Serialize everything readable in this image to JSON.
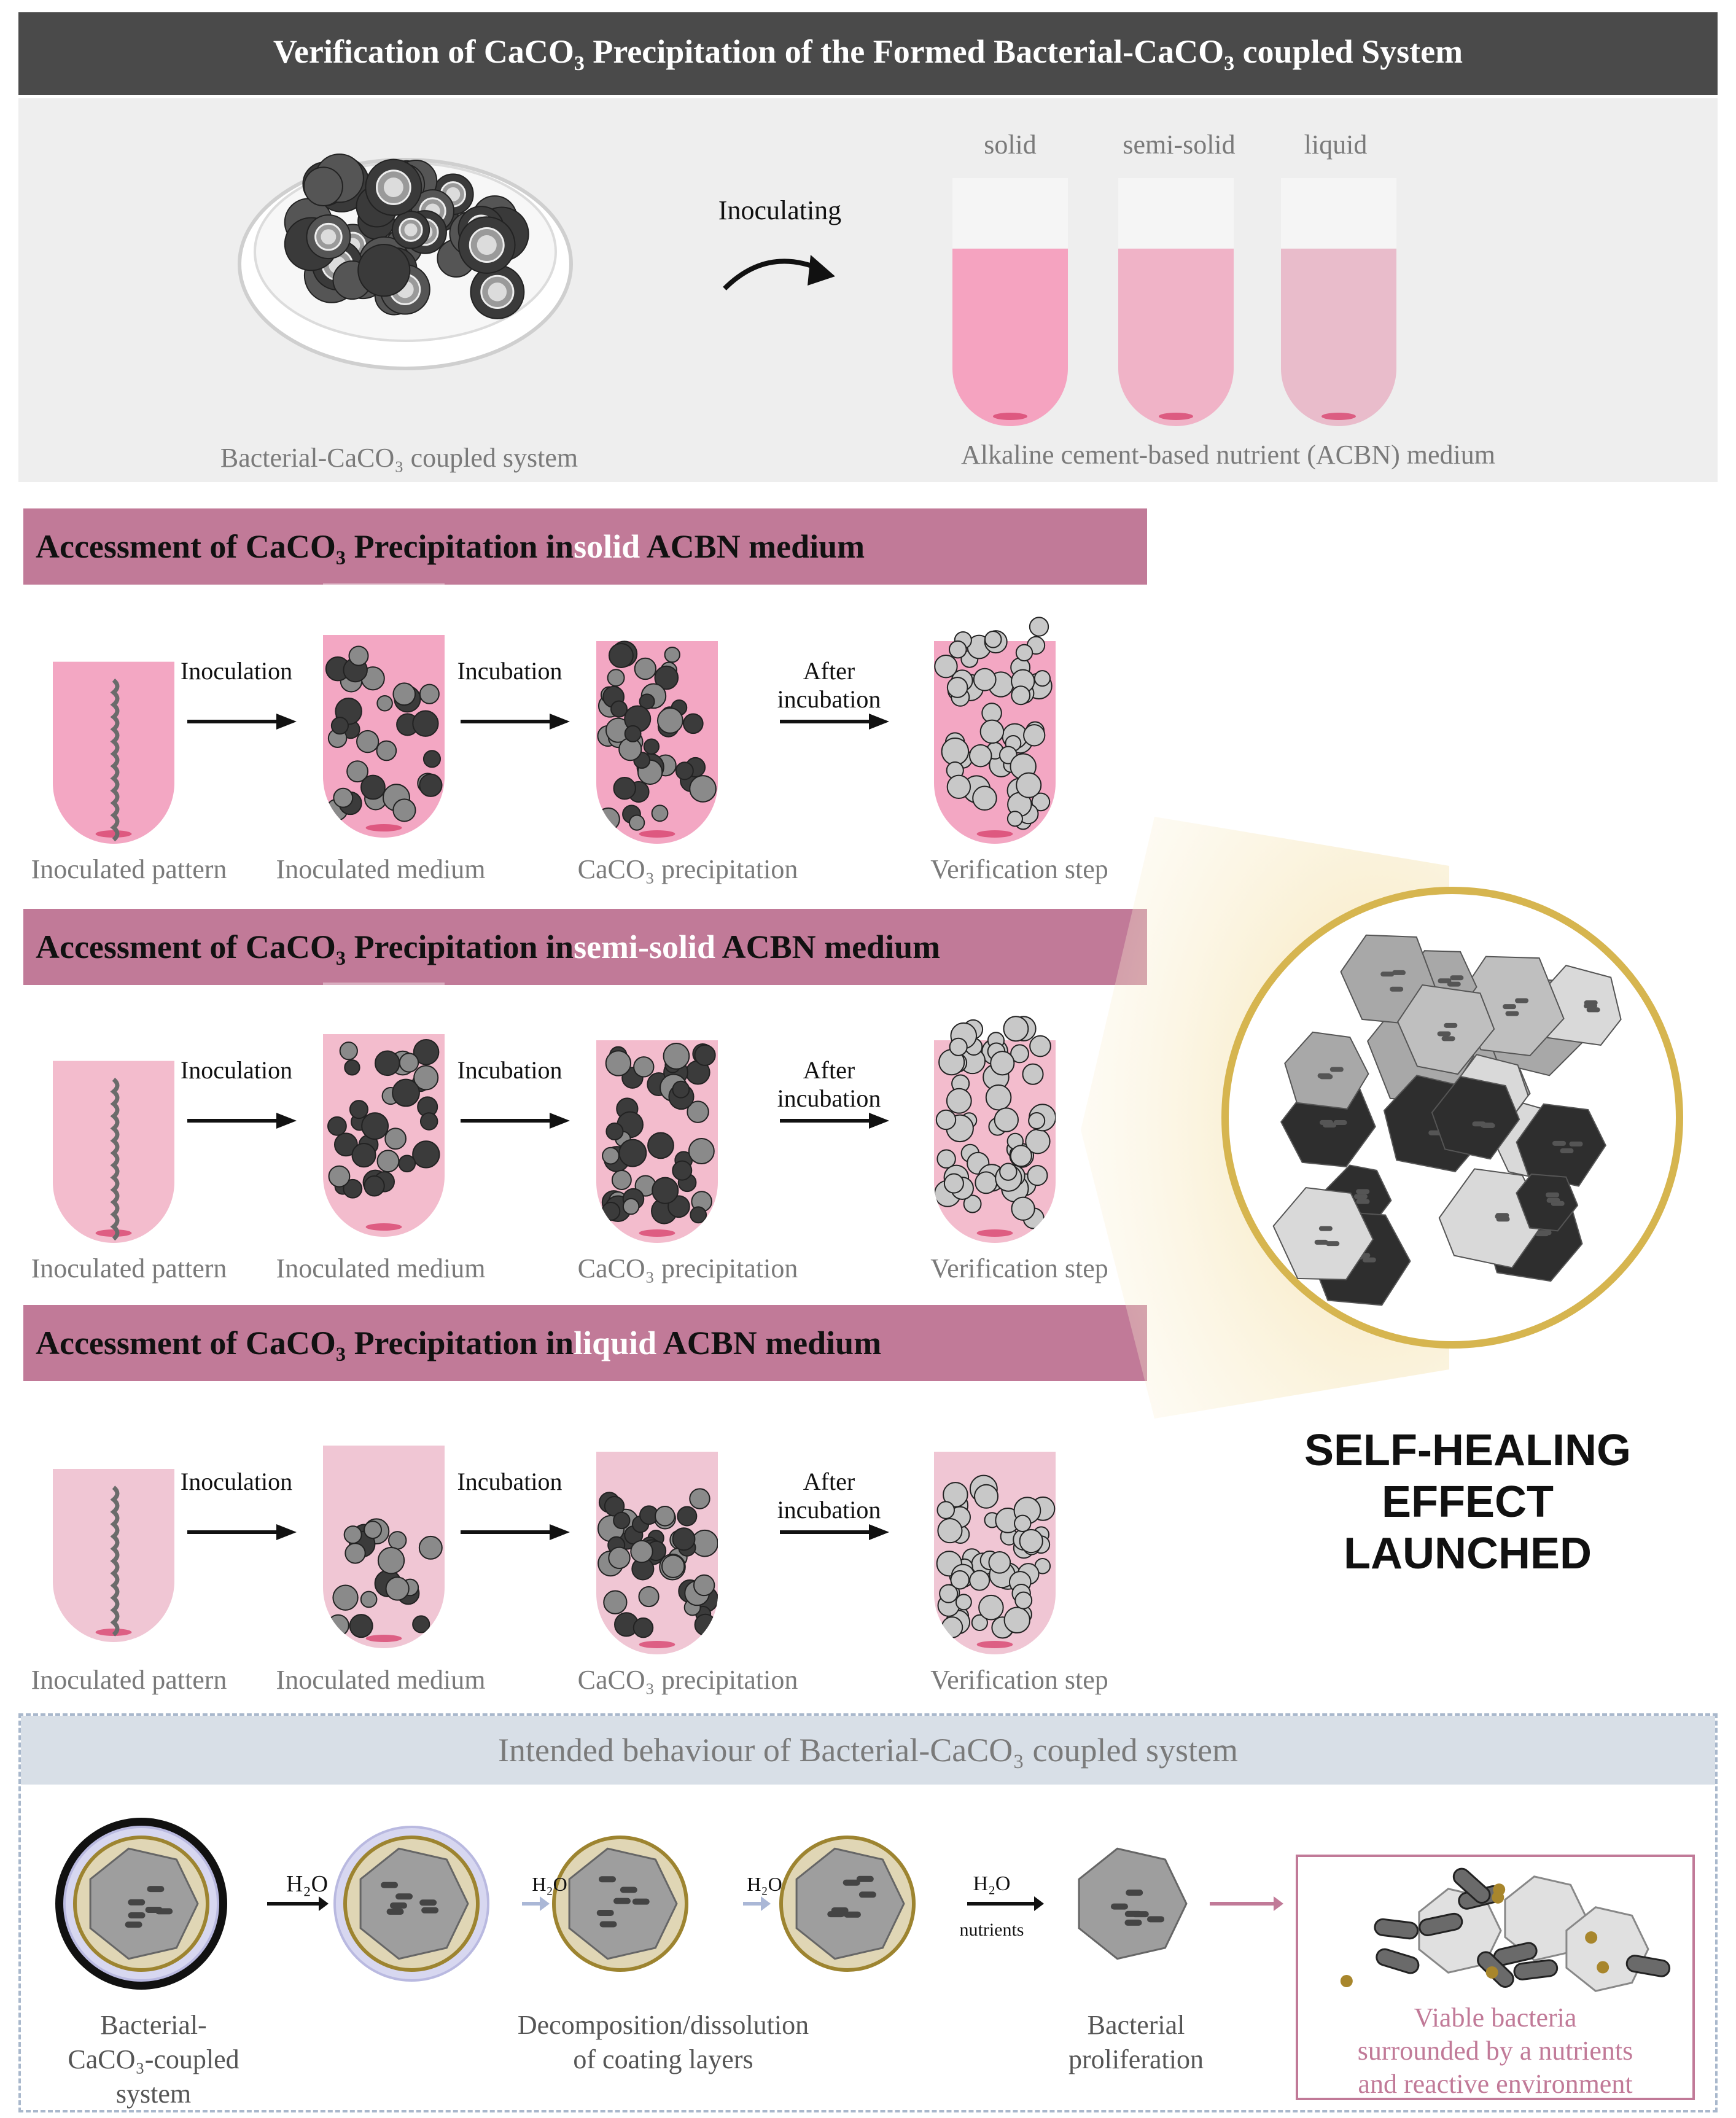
{
  "header": {
    "title_a": "Verification of CaCO",
    "title_sub": "3",
    "title_b": " Precipitation of the Formed Bacterial-CaCO",
    "title_sub2": "3",
    "title_c": " coupled System"
  },
  "top": {
    "dish_caption": "Bacterial-CaCO₃ coupled system",
    "inoculating_label": "Inoculating",
    "tube_labels": [
      "solid",
      "semi-solid",
      "liquid"
    ],
    "medium_caption": "Alkaline cement-based nutrient (ACBN) medium"
  },
  "sections": [
    {
      "title_pre": "Accessment of CaCO₃ Precipitation in ",
      "title_hl": "solid",
      "title_post": " ACBN medium",
      "captions": [
        "Inoculated pattern",
        "Inoculated medium",
        "CaCO₃ precipitation",
        "Verification step"
      ],
      "arrows": [
        "Inoculation",
        "Incubation",
        "After incubation"
      ]
    },
    {
      "title_pre": "Accessment of CaCO₃ Precipitation in ",
      "title_hl": "semi-solid",
      "title_post": " ACBN medium",
      "captions": [
        "Inoculated pattern",
        "Inoculated medium",
        "CaCO₃ precipitation",
        "Verification step"
      ],
      "arrows": [
        "Inoculation",
        "Incubation",
        "After incubation"
      ]
    },
    {
      "title_pre": "Accessment of CaCO₃ Precipitation in ",
      "title_hl": "liquid",
      "title_post": " ACBN medium",
      "captions": [
        "Inoculated pattern",
        "Inoculated medium",
        "CaCO₃ precipitation",
        "Verification step"
      ],
      "arrows": [
        "Inoculation",
        "Incubation",
        "After incubation"
      ]
    }
  ],
  "self_healing": {
    "line1": "SELF-HEALING",
    "line2": "EFFECT",
    "line3": "LAUNCHED"
  },
  "bottom": {
    "title": "Intended behaviour of Bacterial-CaCO₃ coupled system",
    "h2o": "H₂O",
    "nutrients": "nutrients",
    "cap_system": "Bacterial-\nCaCO₃-coupled\nsystem",
    "cap_system_l1": "Bacterial-",
    "cap_system_l2": "CaCO₃-coupled",
    "cap_system_l3": "system",
    "cap_decomp_l1": "Decomposition/dissolution",
    "cap_decomp_l2": "of coating layers",
    "cap_prolif_l1": "Bacterial",
    "cap_prolif_l2": "proliferation",
    "viable_l1": "Viable bacteria",
    "viable_l2": "surrounded by a nutrients",
    "viable_l3": "and reactive environment"
  },
  "colors": {
    "banner_dark": "#4a4a4a",
    "section_pink": "#c17a98",
    "medium_pink": "#f2b6cb",
    "dashed_blue": "#a9b8cc",
    "gold_ring": "#b3902a"
  }
}
